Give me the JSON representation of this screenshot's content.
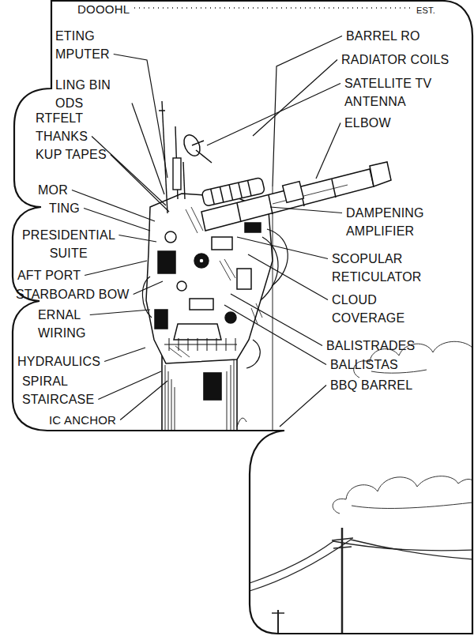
{
  "diagram": {
    "labels": [
      "DOOOHL",
      "EST.",
      "ETING MPUTER",
      "LING BIN ODS",
      "RTFELT THANKS",
      "KUP TAPES",
      "MOR",
      "TING",
      "PRESIDENTIAL SUITE",
      "AFT PORT",
      "STARBOARD BOW",
      "ERNAL WIRING",
      "HYDRAULICS",
      "SPIRAL STAIRCASE",
      "IC ANCHOR",
      "BARREL RO",
      "RADIATOR COILS",
      "SATELLITE TV ANTENNA",
      "ELBOW",
      "DAMPENING AMPLIFIER",
      "SCOPULAR RETICULATOR",
      "CLOUD COVERAGE",
      "BALISTRADES",
      "BALLISTAS",
      "BBQ BARREL"
    ]
  }
}
